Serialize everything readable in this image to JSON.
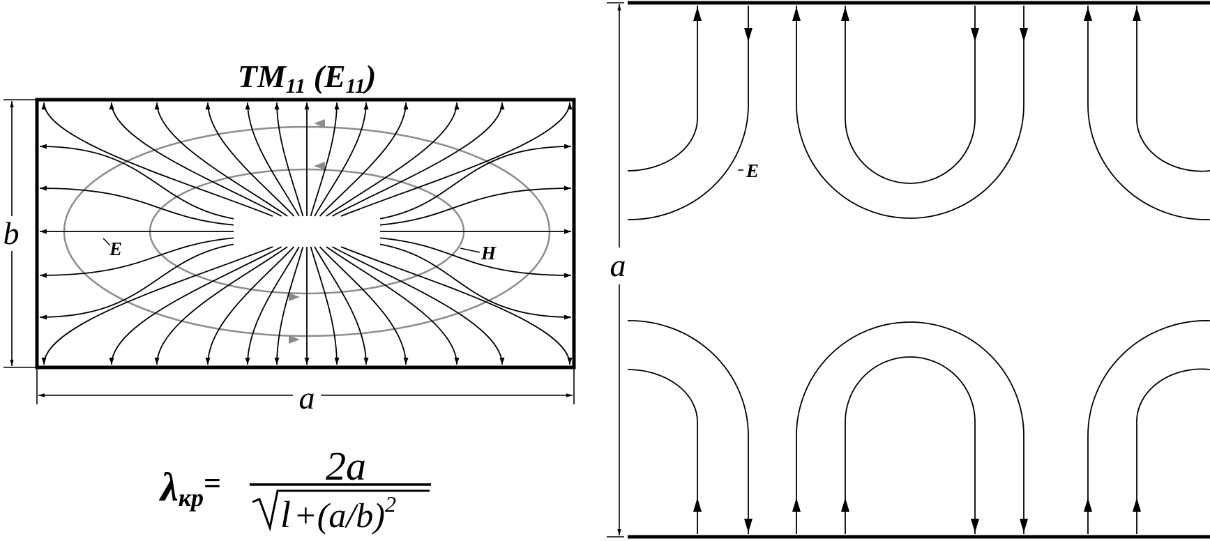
{
  "left_figure": {
    "title_main": "TM",
    "title_sub": "11",
    "title_paren_open": " (E",
    "title_paren_sub": "11",
    "title_paren_close": ")",
    "label_width": "a",
    "label_height": "b",
    "label_E": "E",
    "label_H": "H"
  },
  "formula": {
    "lambda": "λ",
    "lambda_sub": "кр",
    "equals": "=",
    "numerator": "2a",
    "denominator_one": "l",
    "denominator_rest": "+(a/b)",
    "exponent": "2"
  },
  "right_figure": {
    "label_height": "a",
    "label_E": "E"
  },
  "colors": {
    "ink": "#000000",
    "h_field": "#8c8c8c",
    "background": "#ffffff"
  }
}
